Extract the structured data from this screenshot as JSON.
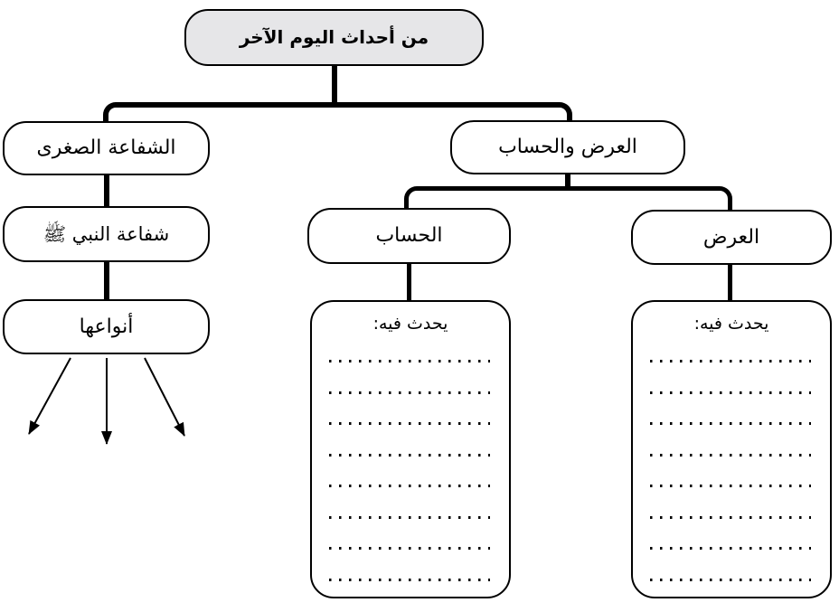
{
  "diagram": {
    "title_node": {
      "label": "من أحداث اليوم الآخر"
    },
    "left_branch": {
      "minor_intercession": {
        "label": "الشفاعة الصغرى"
      },
      "prophet_intercession": {
        "label": "شفاعة النبي ﷺ"
      },
      "its_types": {
        "label": "أنواعها",
        "arrow_count": 3
      }
    },
    "right_branch": {
      "presentation_and_reckoning": {
        "label": "العرض والحساب"
      },
      "reckoning": {
        "label": "الحساب",
        "details_heading": "يحدث فيه:",
        "blank_line_count": 8
      },
      "presentation": {
        "label": "العرض",
        "details_heading": "يحدث فيه:",
        "blank_line_count": 8
      }
    },
    "colors": {
      "root_fill": "#e6e6e8",
      "line_color": "#000000",
      "background": "#ffffff"
    }
  }
}
